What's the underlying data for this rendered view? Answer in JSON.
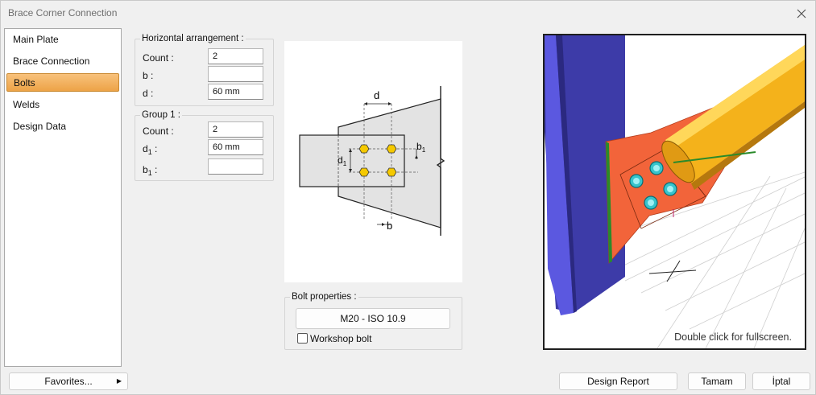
{
  "window": {
    "title": "Brace Corner Connection"
  },
  "sidebar": {
    "items": [
      {
        "label": "Main Plate"
      },
      {
        "label": "Brace Connection"
      },
      {
        "label": "Bolts"
      },
      {
        "label": "Welds"
      },
      {
        "label": "Design Data"
      }
    ]
  },
  "horizontal": {
    "title": "Horizontal arrangement :",
    "count_label": "Count :",
    "count_value": "2",
    "b_label": "b :",
    "b_value": "",
    "d_label": "d :",
    "d_value": "60 mm"
  },
  "group1": {
    "title": "Group 1 :",
    "count_label": "Count :",
    "count_value": "2",
    "d1_label": "d",
    "d1_sub": "1",
    "d1_colon": " :",
    "d1_value": "60 mm",
    "b1_label": "b",
    "b1_sub": "1",
    "b1_colon": " :",
    "b1_value": ""
  },
  "diagram": {
    "d": "d",
    "b": "b",
    "d1": "d",
    "d1_sub": "1",
    "b1": "b",
    "b1_sub": "1"
  },
  "bolt_props": {
    "title": "Bolt properties :",
    "bolt_button": "M20 - ISO 10.9",
    "workshop_label": "Workshop bolt",
    "workshop_checked": false
  },
  "viewer": {
    "hint": "Double click for fullscreen."
  },
  "footer": {
    "favorites": "Favorites...",
    "design_report": "Design Report",
    "ok": "Tamam",
    "cancel": "İptal"
  },
  "colors": {
    "sidebar_active": "#eda347",
    "column": "#4a46c9",
    "gusset": "#f2643a",
    "brace": "#f4b21b",
    "bolt": "#37c4cc"
  }
}
